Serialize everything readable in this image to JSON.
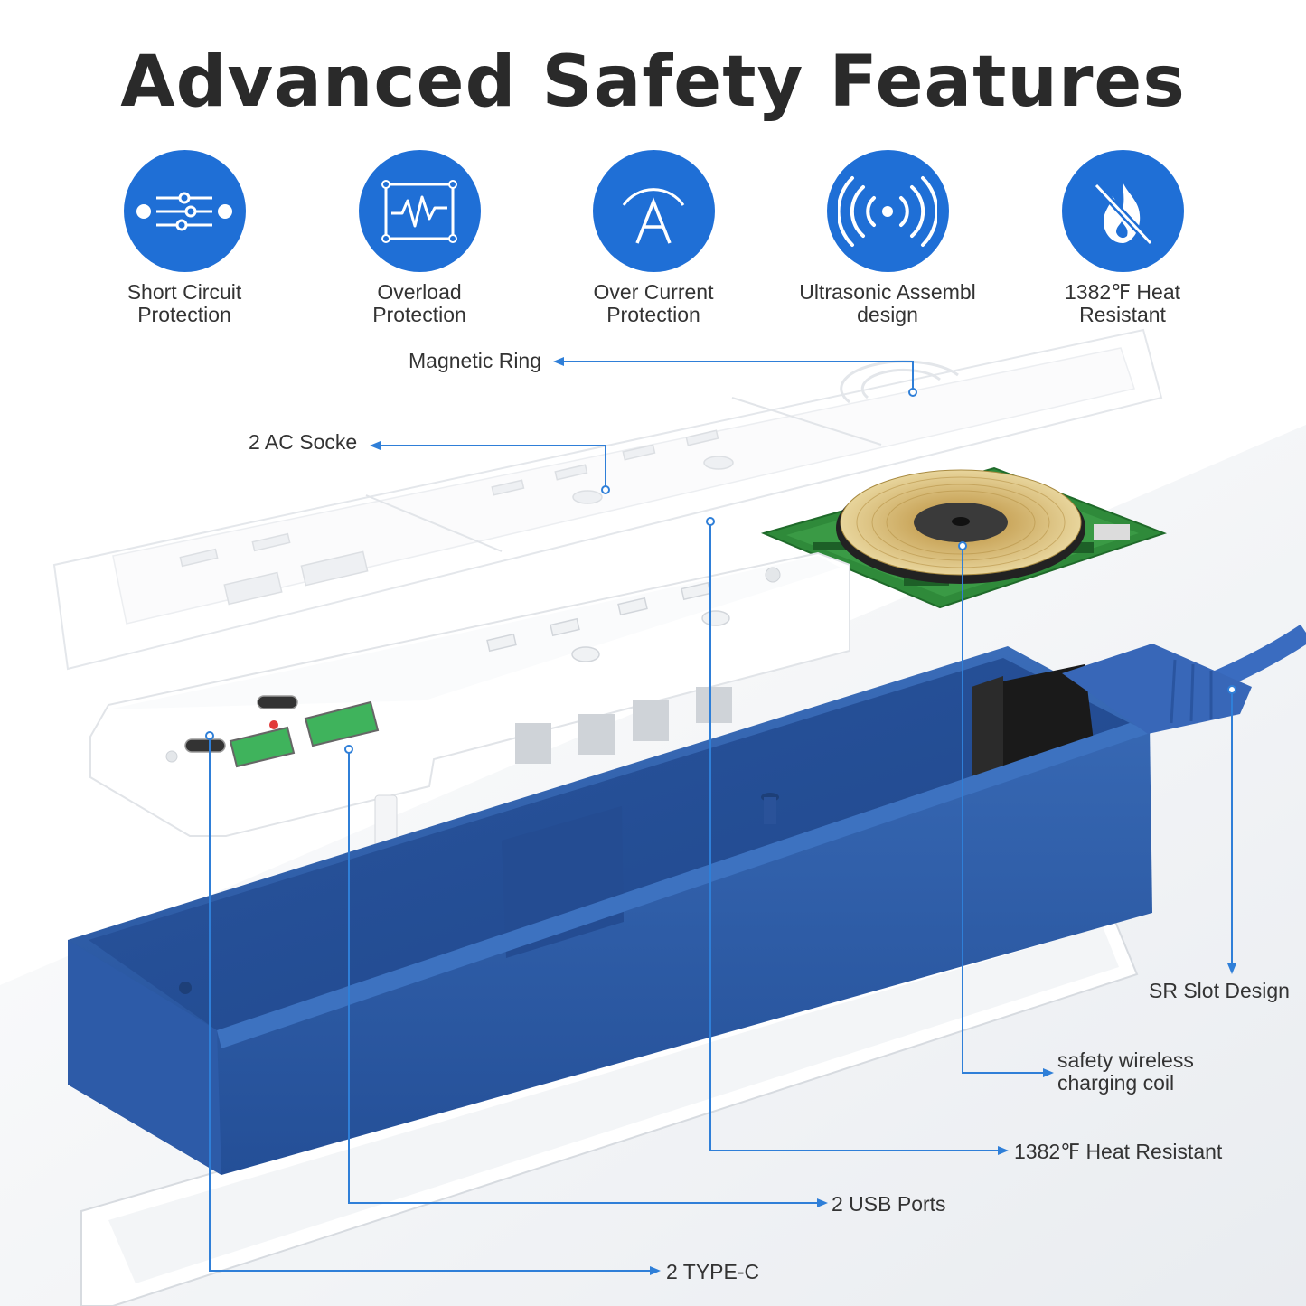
{
  "title": "Advanced Safety Features",
  "colors": {
    "accent": "#1f6fd6",
    "housing": "#2f5fa9",
    "line": "#2f7fd8"
  },
  "features": [
    {
      "icon": "sliders-icon",
      "line1": "Short Circuit",
      "line2": "Protection"
    },
    {
      "icon": "waveform-icon",
      "line1": "Overload",
      "line2": "Protection"
    },
    {
      "icon": "ampere-icon",
      "line1": "Over Current",
      "line2": "Protection"
    },
    {
      "icon": "ultrasonic-icon",
      "line1": "Ultrasonic Assembl",
      "line2": "design"
    },
    {
      "icon": "no-fire-icon",
      "line1": "1382℉ Heat",
      "line2": "Resistant"
    }
  ],
  "callouts": {
    "magnetic_ring": "Magnetic Ring",
    "ac_sockets": "2 AC Socke",
    "sr_slot": "SR Slot Design",
    "coil_line1": "safety wireless",
    "coil_line2": "charging coil",
    "heat_resistant": "1382℉ Heat Resistant",
    "usb_ports": "2 USB Ports",
    "type_c": "2 TYPE-C"
  }
}
